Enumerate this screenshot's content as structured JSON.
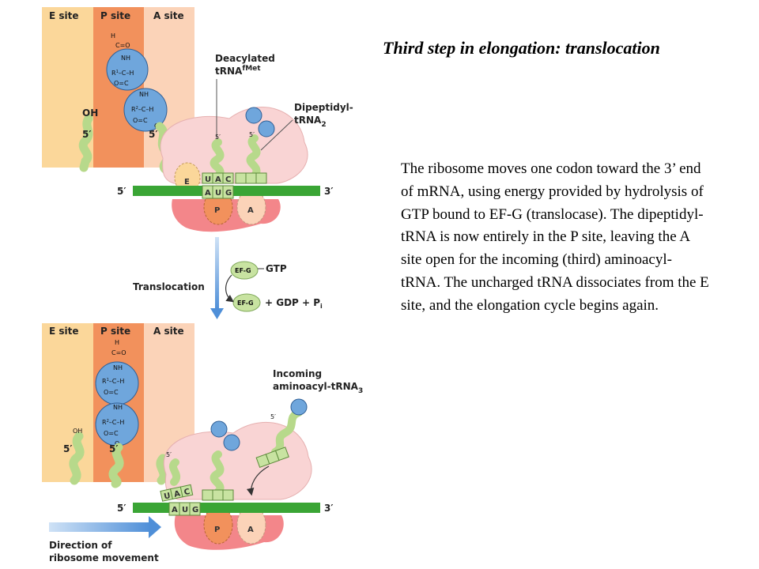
{
  "slide": {
    "title": "Third step in elongation: translocation",
    "body": "The ribosome moves one codon toward the 3’ end of mRNA, using energy provided by hydrolysis of GTP bound to EF-G (translocase). The dipeptidyl-tRNA is now entirely in the P site, leaving the A site open for the incoming (third) aminoacyl-tRNA. The uncharged tRNA dissociates from the E site, and the elongation cycle begins again."
  },
  "diagram": {
    "colors": {
      "e_site": "#fbd79a",
      "p_site": "#f2915c",
      "a_site": "#fbd3b8",
      "mrna": "#3aa535",
      "ribosome_large": "#f9d4d4",
      "ribosome_small": "#f3868a",
      "trna": "#b7d98b",
      "amino_acid": "#6fa6dc",
      "efg": "#c8e3a1",
      "arrow": "#5b9bd5"
    },
    "site_labels": {
      "e": "E site",
      "p": "P site",
      "a": "A site"
    },
    "top": {
      "deacylated_label": "Deacylated",
      "deacylated_trna": "tRNA",
      "deacylated_sup": "fMet",
      "dipeptidyl_label": "Dipeptidyl-",
      "dipeptidyl_trna": "tRNA",
      "dipeptidyl_sub": "2",
      "oh": "OH",
      "five_prime_a": "5′",
      "five_prime_b": "5′",
      "five_prime_c": "5′",
      "five_prime_d": "5′",
      "mrna_5": "5′",
      "mrna_3": "3′",
      "anticodon": [
        "U",
        "A",
        "C"
      ],
      "codon": [
        "A",
        "U",
        "G"
      ],
      "site_e": "E",
      "site_p": "P",
      "site_a": "A",
      "chem": {
        "h1": "H",
        "c_o1": "C=O",
        "nh1": "NH",
        "r1": "R",
        "r1_sup": "1",
        "c_h1": "–C–H",
        "o_c1": "O=C",
        "nh2": "NH",
        "r2": "R",
        "r2_sup": "2",
        "c_h2": "–C–H",
        "o_c2": "O=C",
        "o": "O"
      }
    },
    "middle": {
      "translocation": "Translocation",
      "efg_a": "EF-G",
      "efg_b": "EF-G",
      "gtp": "GTP",
      "gdp": "+ GDP + P",
      "gdp_sub": "i"
    },
    "bottom": {
      "incoming_label": "Incoming",
      "incoming_trna": "aminoacyl-tRNA",
      "incoming_sub": "3",
      "oh": "OH",
      "five_prime_a": "5′",
      "five_prime_b": "5′",
      "five_prime_c": "5′",
      "five_prime_d": "5′",
      "mrna_5": "5′",
      "mrna_3": "3′",
      "anticodon": [
        "U",
        "A",
        "C"
      ],
      "codon": [
        "A",
        "U",
        "G"
      ],
      "site_p": "P",
      "site_a": "A",
      "direction_line1": "Direction of",
      "direction_line2": "ribosome movement",
      "chem": {
        "h1": "H",
        "c_o1": "C=O",
        "nh1": "NH",
        "r1": "R",
        "r1_sup": "1",
        "c_h1": "–C–H",
        "o_c1": "O=C",
        "nh2": "NH",
        "r2": "R",
        "r2_sup": "2",
        "c_h2": "–C–H",
        "o_c2": "O=C",
        "o": "O"
      }
    }
  }
}
